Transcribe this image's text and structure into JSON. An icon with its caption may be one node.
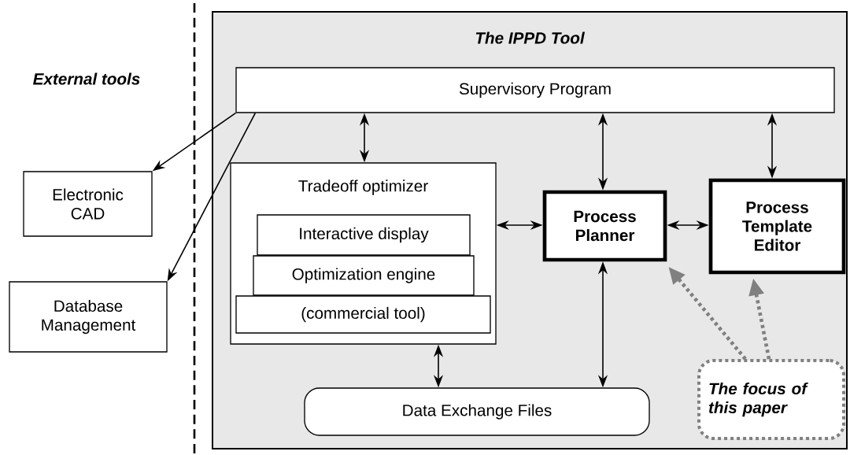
{
  "diagram": {
    "nodes": [
      {
        "text": [
          "The IPPD Tool"
        ]
      },
      {
        "text": [
          "Supervisory Program"
        ],
        "in": 0
      },
      {
        "text": [
          "Tradeoff optimizer"
        ],
        "in": 0
      },
      {
        "text": [
          "Interactive display"
        ],
        "in": 2
      },
      {
        "text": [
          "Optimization engine"
        ],
        "in": 2
      },
      {
        "text": [
          "(commercial tool)"
        ],
        "in": 2
      },
      {
        "text": [
          "Process Planner"
        ],
        "in": 0
      },
      {
        "text": [
          "Process Template Editor"
        ],
        "in": 0
      },
      {
        "text": [
          "Data Exchange Files"
        ],
        "in": 0
      },
      {
        "text": [
          "The focus of this paper"
        ],
        "in": 0
      },
      {
        "text": [
          "Electronic CAD"
        ]
      },
      {
        "text": [
          "Database Management"
        ]
      }
    ],
    "edges": [
      {
        "from": 1,
        "to": 10,
        "arrow": "to"
      },
      {
        "from": 1,
        "to": 11,
        "arrow": "to"
      },
      {
        "from": 1,
        "to": 2,
        "arrow": "both"
      },
      {
        "from": 1,
        "to": 6,
        "arrow": "both"
      },
      {
        "from": 1,
        "to": 7,
        "arrow": "both"
      },
      {
        "from": 2,
        "to": 6,
        "arrow": "both"
      },
      {
        "from": 6,
        "to": 7,
        "arrow": "both"
      },
      {
        "from": 2,
        "to": 8,
        "arrow": "both"
      },
      {
        "from": 6,
        "to": 8,
        "arrow": "both"
      },
      {
        "from": 9,
        "to": 6,
        "arrow": "to",
        "style": "dashed",
        "color": "#808080"
      },
      {
        "from": 9,
        "to": 7,
        "arrow": "to",
        "style": "dashed",
        "color": "#808080"
      }
    ],
    "labels": [
      "External tools"
    ]
  }
}
